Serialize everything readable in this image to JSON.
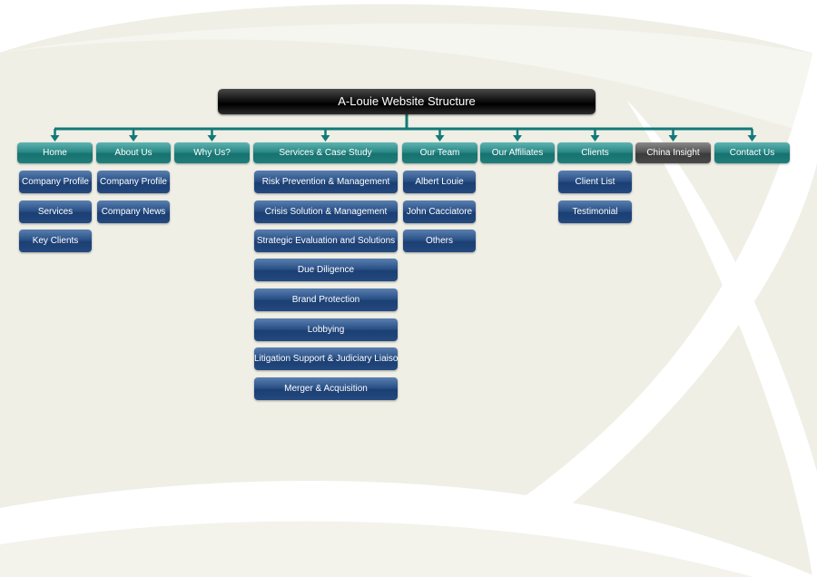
{
  "title": "A-Louie Website Structure",
  "sections": [
    {
      "label": "Home",
      "children": [
        "Company Profile",
        "Services",
        "Key Clients"
      ]
    },
    {
      "label": "About Us",
      "children": [
        "Company Profile",
        "Company News"
      ]
    },
    {
      "label": "Why Us?",
      "children": []
    },
    {
      "label": "Services & Case Study",
      "children": [
        "Risk Prevention & Management",
        "Crisis Solution & Management",
        "Strategic Evaluation and Solutions",
        "Due Diligence",
        "Brand Protection",
        "Lobbying",
        "Litigation Support & Judiciary Liaison",
        "Merger & Acquisition"
      ]
    },
    {
      "label": "Our Team",
      "children": [
        "Albert Louie",
        "John Cacciatore",
        "Others"
      ]
    },
    {
      "label": "Our Affiliates",
      "children": []
    },
    {
      "label": "Clients",
      "children": [
        "Client List",
        "Testimonial"
      ]
    },
    {
      "label": "China Insight",
      "children": []
    },
    {
      "label": "Contact Us",
      "children": []
    }
  ],
  "colors": {
    "connector": "#117a78",
    "top_level": "#1f7f7c",
    "highlighted_top_level": "#4a4a4a",
    "sub_item": "#24497e",
    "title_bar": "#000000"
  }
}
